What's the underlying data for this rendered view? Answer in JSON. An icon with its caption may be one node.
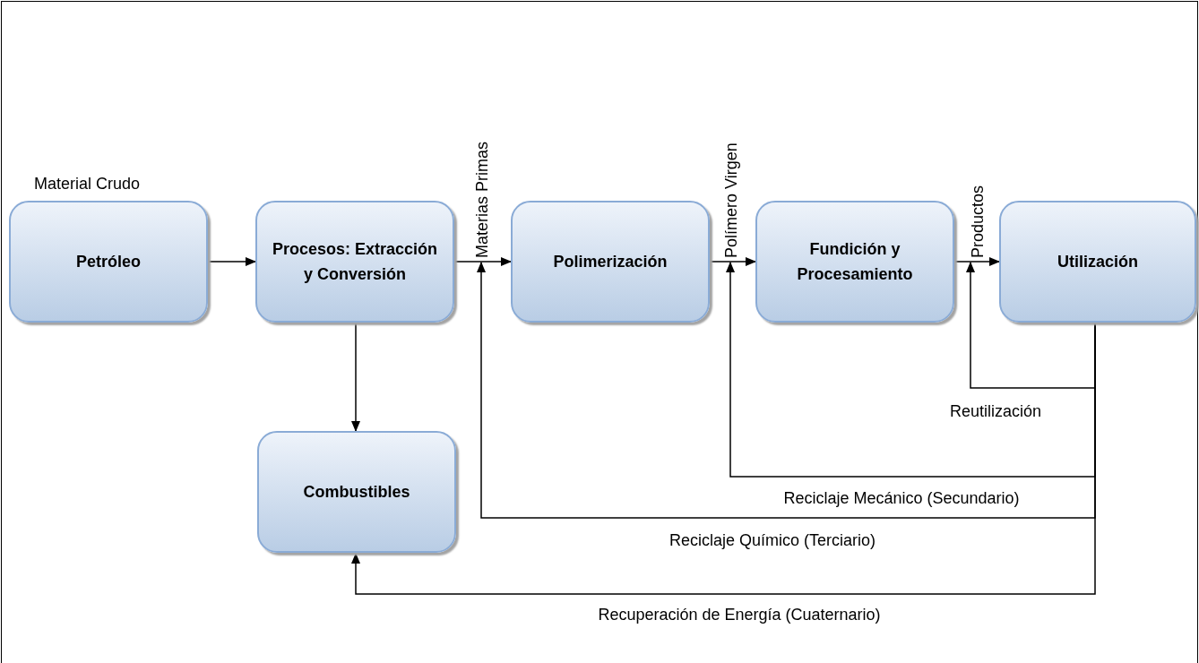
{
  "diagram": {
    "nodes": [
      {
        "text": [
          "Petróleo"
        ],
        "beside": [
          "Material Crudo"
        ]
      },
      {
        "text": [
          "Procesos: Extracción y Conversión"
        ]
      },
      {
        "text": [
          "Polimerización"
        ]
      },
      {
        "text": [
          "Fundición y Procesamiento"
        ]
      },
      {
        "text": [
          "Utilización"
        ]
      },
      {
        "text": [
          "Combustibles"
        ]
      }
    ],
    "edges": [
      {
        "from": 0,
        "to": 1,
        "arrow": "to"
      },
      {
        "from": 1,
        "to": 2,
        "arrow": "to",
        "label": "Materias Primas"
      },
      {
        "from": 2,
        "to": 3,
        "arrow": "to",
        "label": "Polímero Virgen"
      },
      {
        "from": 3,
        "to": 4,
        "arrow": "to",
        "label": "Productos"
      },
      {
        "from": 1,
        "to": 5,
        "arrow": "to"
      },
      {
        "from": 4,
        "to": 3,
        "arrow": "to",
        "label": "Reutilización"
      },
      {
        "from": 4,
        "to": 2,
        "arrow": "to",
        "label": "Reciclaje Mecánico (Secundario)"
      },
      {
        "from": 4,
        "to": 1,
        "arrow": "to",
        "label": "Reciclaje Químico (Terciario)"
      },
      {
        "from": 4,
        "to": 5,
        "arrow": "to",
        "label": "Recuperación de Energía (Cuaternario)"
      }
    ]
  }
}
